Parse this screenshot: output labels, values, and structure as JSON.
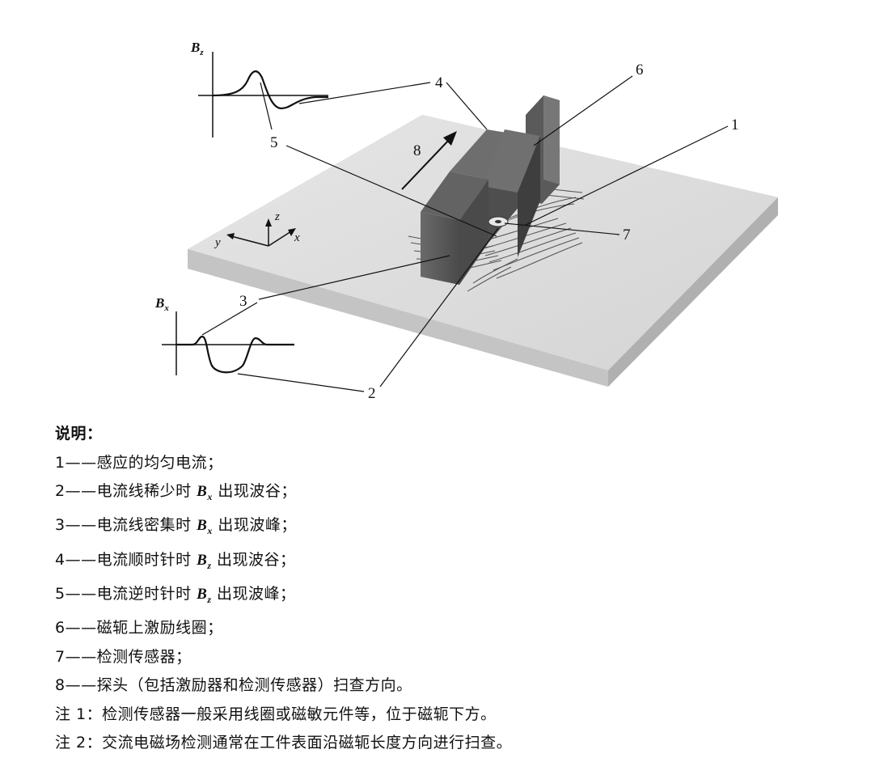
{
  "figure": {
    "callouts": [
      "1",
      "2",
      "3",
      "4",
      "5",
      "6",
      "7",
      "8"
    ],
    "plot_top_ylabel": "B",
    "plot_top_ylabel_sub": "z",
    "plot_bottom_ylabel": "B",
    "plot_bottom_ylabel_sub": "x",
    "axis_x": "x",
    "axis_y": "y",
    "axis_z": "z"
  },
  "legend": {
    "title": "说明：",
    "items": [
      {
        "num": "1",
        "sep": "——",
        "text": "感应的均匀电流；"
      },
      {
        "num": "2",
        "sep": "——",
        "pre": "电流线稀少时 ",
        "sym": "B",
        "sub": "x",
        "post": " 出现波谷；"
      },
      {
        "num": "3",
        "sep": "——",
        "pre": "电流线密集时 ",
        "sym": "B",
        "sub": "x",
        "post": " 出现波峰；"
      },
      {
        "num": "4",
        "sep": "——",
        "pre": "电流顺时针时 ",
        "sym": "B",
        "sub": "z",
        "post": " 出现波谷；"
      },
      {
        "num": "5",
        "sep": "——",
        "pre": "电流逆时针时 ",
        "sym": "B",
        "sub": "z",
        "post": " 出现波峰；"
      },
      {
        "num": "6",
        "sep": "——",
        "text": "磁轭上激励线圈；"
      },
      {
        "num": "7",
        "sep": "——",
        "text": "检测传感器；"
      },
      {
        "num": "8",
        "sep": "——",
        "text": "探头（包括激励器和检测传感器）扫查方向。"
      }
    ],
    "notes": [
      "注 1：检测传感器一般采用线圈或磁敏元件等，位于磁轭下方。",
      "注 2：交流电磁场检测通常在工件表面沿磁轭长度方向进行扫查。"
    ]
  }
}
